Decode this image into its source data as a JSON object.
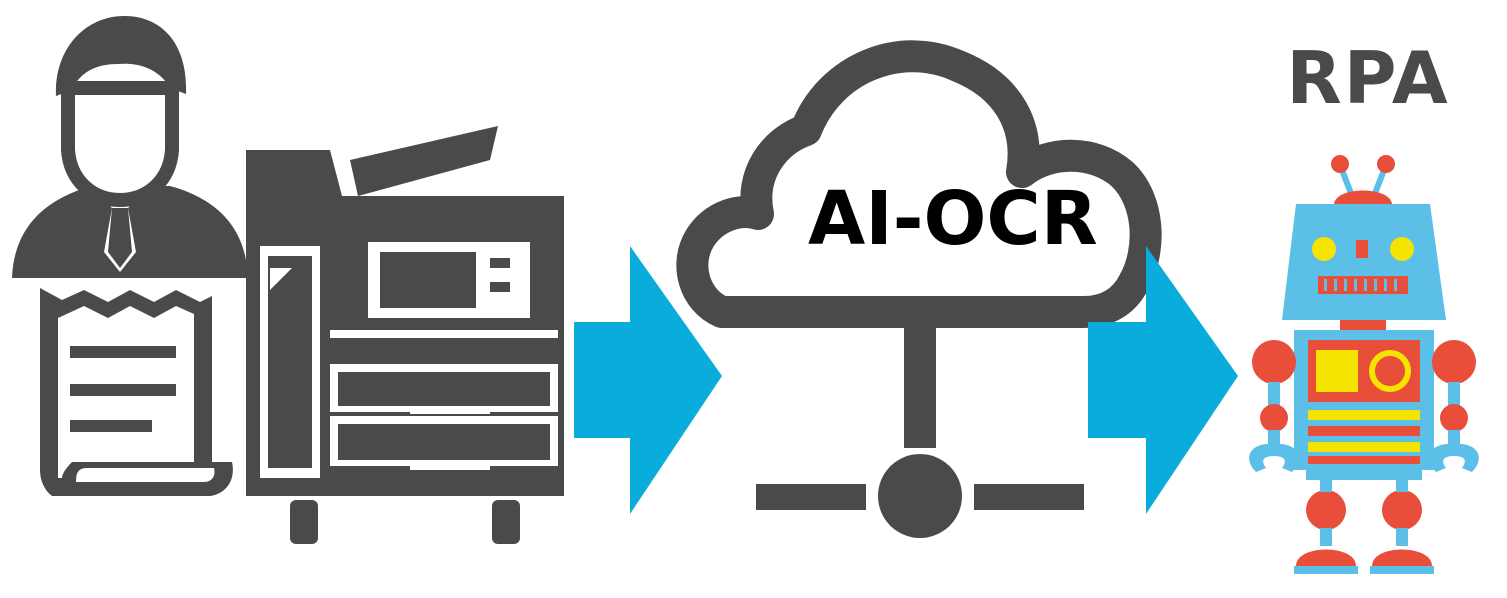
{
  "diagram": {
    "colors": {
      "icon": "#4a4a4a",
      "arrow": "#0aacdc",
      "robot_blue": "#5bbfe8",
      "robot_red": "#e94e3a",
      "robot_yellow": "#f5e400"
    },
    "stages": [
      {
        "id": "input",
        "icons": [
          "businessman-icon",
          "receipt-icon",
          "copier-icon"
        ]
      },
      {
        "id": "ai-ocr",
        "icon": "cloud-network-icon",
        "label": "AI-OCR"
      },
      {
        "id": "rpa",
        "icon": "robot-icon",
        "label": "RPA"
      }
    ],
    "arrows": [
      "arrow-icon",
      "arrow-icon"
    ]
  }
}
